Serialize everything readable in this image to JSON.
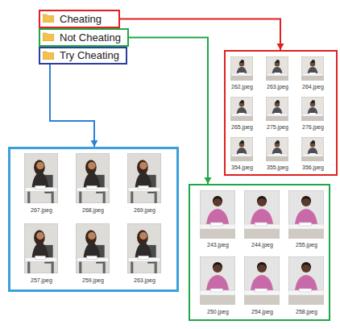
{
  "diagram": {
    "nodes": [
      {
        "text": [
          "Cheating"
        ]
      },
      {
        "text": [
          "Not Cheating"
        ]
      },
      {
        "text": [
          "Try Cheating"
        ]
      },
      {
        "text": [
          "262.jpeg",
          "263.jpeg",
          "264.jpeg",
          "265.jpeg",
          "275.jpeg",
          "276.jpeg",
          "354.jpeg",
          "355.jpeg",
          "356.jpeg"
        ]
      },
      {
        "text": [
          "267.jpeg",
          "268.jpeg",
          "269.jpeg",
          "257.jpeg",
          "259.jpeg",
          "263.jpeg"
        ]
      },
      {
        "text": [
          "243.jpeg",
          "244.jpeg",
          "255.jpeg",
          "250.jpeg",
          "254.jpeg",
          "258.jpeg"
        ]
      }
    ],
    "edges": [
      {
        "from": 0,
        "to": 3,
        "arrow": "to"
      },
      {
        "from": 2,
        "to": 4,
        "arrow": "to"
      },
      {
        "from": 1,
        "to": 5,
        "arrow": "to"
      }
    ]
  }
}
